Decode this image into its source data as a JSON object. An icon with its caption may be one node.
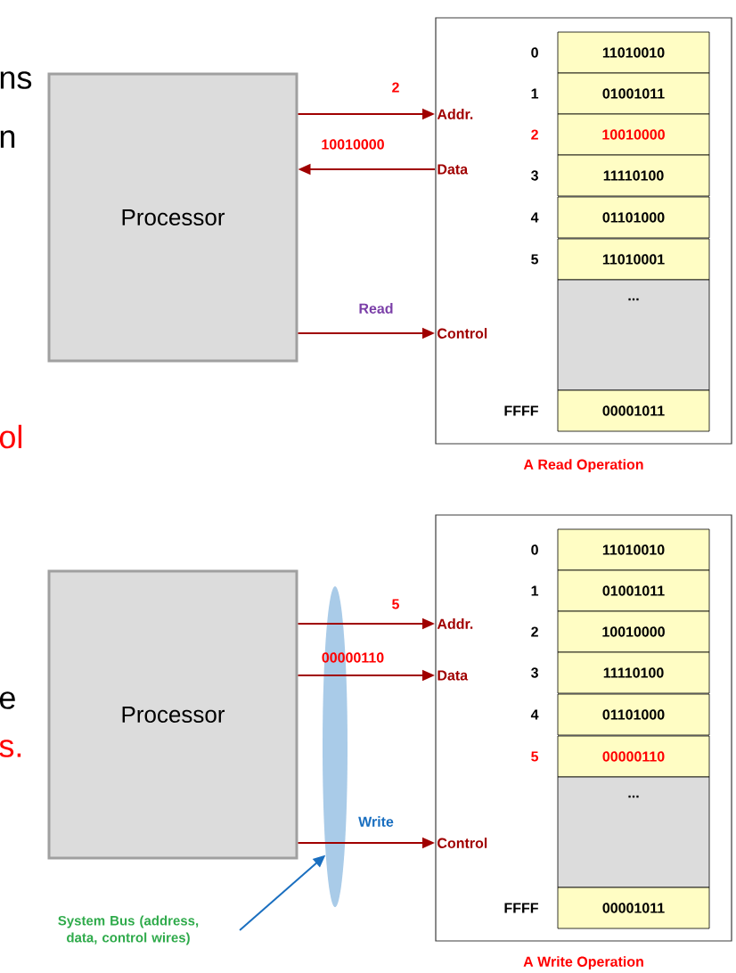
{
  "diagram": {
    "nodes": [
      {
        "text": [
          "Processor"
        ]
      },
      {
        "text": [],
        "shape": "box",
        "beside": [
          "A Read Operation"
        ]
      },
      {
        "text": [
          "Addr."
        ],
        "in": 1
      },
      {
        "text": [
          "Data"
        ],
        "in": 1
      },
      {
        "text": [
          "Control"
        ],
        "in": 1
      },
      {
        "text": [
          "11010010"
        ],
        "in": 1,
        "beside": [
          "0"
        ]
      },
      {
        "text": [
          "01001011"
        ],
        "in": 1,
        "beside": [
          "1"
        ]
      },
      {
        "text": [
          "10010000"
        ],
        "in": 1,
        "beside": [
          "2"
        ]
      },
      {
        "text": [
          "11110100"
        ],
        "in": 1,
        "beside": [
          "3"
        ]
      },
      {
        "text": [
          "01101000"
        ],
        "in": 1,
        "beside": [
          "4"
        ]
      },
      {
        "text": [
          "11010001"
        ],
        "in": 1,
        "beside": [
          "5"
        ]
      },
      {
        "text": [
          "..."
        ],
        "in": 1
      },
      {
        "text": [
          "00001011"
        ],
        "in": 1,
        "beside": [
          "FFFF"
        ]
      },
      {
        "text": [
          "Processor"
        ]
      },
      {
        "text": [],
        "shape": "ellipse"
      },
      {
        "text": [],
        "shape": "box",
        "beside": [
          "A Write Operation"
        ]
      },
      {
        "text": [
          "Addr."
        ],
        "in": 15
      },
      {
        "text": [
          "Data"
        ],
        "in": 15
      },
      {
        "text": [
          "Control"
        ],
        "in": 15
      },
      {
        "text": [
          "11010010"
        ],
        "in": 15,
        "beside": [
          "0"
        ]
      },
      {
        "text": [
          "01001011"
        ],
        "in": 15,
        "beside": [
          "1"
        ]
      },
      {
        "text": [
          "10010000"
        ],
        "in": 15,
        "beside": [
          "2"
        ]
      },
      {
        "text": [
          "11110100"
        ],
        "in": 15,
        "beside": [
          "3"
        ]
      },
      {
        "text": [
          "01101000"
        ],
        "in": 15,
        "beside": [
          "4"
        ]
      },
      {
        "text": [
          "00000110"
        ],
        "in": 15,
        "beside": [
          "5"
        ]
      },
      {
        "text": [
          "..."
        ],
        "in": 15
      },
      {
        "text": [
          "00001011"
        ],
        "in": 15,
        "beside": [
          "FFFF"
        ]
      },
      {
        "text": [
          "System Bus (address, data, control wires)"
        ]
      }
    ],
    "edges": [
      {
        "from": 0,
        "to": 2,
        "arrow": "to",
        "label": "2"
      },
      {
        "from": 3,
        "to": 0,
        "arrow": "to",
        "label": "10010000"
      },
      {
        "from": 0,
        "to": 4,
        "arrow": "to",
        "label": "Read"
      },
      {
        "from": 13,
        "to": 16,
        "arrow": "to",
        "label": "5"
      },
      {
        "from": 13,
        "to": 17,
        "arrow": "to",
        "label": "00000110"
      },
      {
        "from": 13,
        "to": 18,
        "arrow": "to",
        "label": "Write"
      },
      {
        "from": 27,
        "to": 14,
        "arrow": "to",
        "color": "#1a6fc0"
      }
    ],
    "labels": [
      "ns",
      "n",
      "ol",
      "e",
      "s."
    ]
  }
}
